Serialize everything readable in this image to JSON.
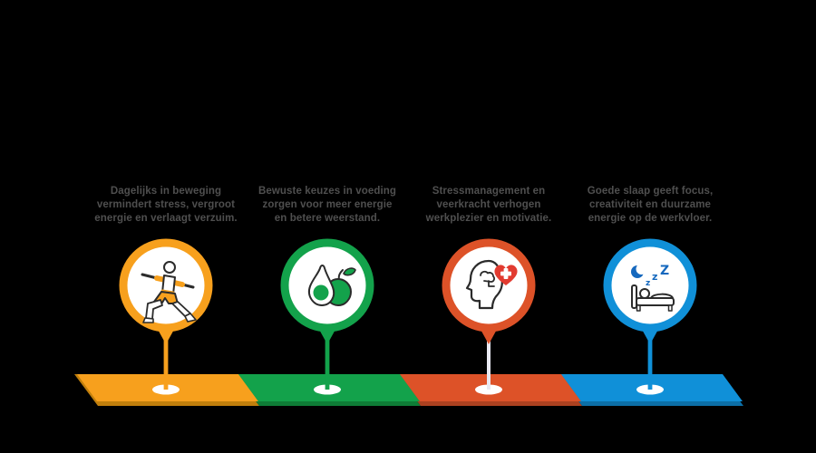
{
  "title": "Vitaliteit infographic",
  "background_color": "#000000",
  "text_color": "#4F4F4F",
  "steps": [
    {
      "id": "bewegen",
      "icon": "yoga-pose-icon",
      "color": "#F7A01D",
      "color_dark": "#C17F0C",
      "stem_color": "#F7A01D",
      "lines": [
        "Dagelijks in beweging",
        "vermindert stress, vergroot",
        "energie en verlaagt verzuim."
      ]
    },
    {
      "id": "voeding",
      "icon": "avocado-apple-icon",
      "color": "#13A24B",
      "color_dark": "#0E7D36",
      "stem_color": "#13A24B",
      "lines": [
        "Bewuste keuzes in voeding",
        "zorgen voor meer energie",
        "en betere weerstand."
      ]
    },
    {
      "id": "stress",
      "icon": "head-heart-icon",
      "color": "#DD5228",
      "color_dark": "#AC4120",
      "stem_color": "#E9E9F2",
      "lines": [
        "Stressmanagement en",
        "veerkracht verhogen",
        "werkplezier en motivatie."
      ]
    },
    {
      "id": "slaap",
      "icon": "sleeping-bed-icon",
      "color": "#1090D8",
      "color_dark": "#0C6FA7",
      "stem_color": "#1090D8",
      "lines": [
        "Goede slaap geeft focus,",
        "creativiteit en duurzame",
        "energie op de werkvloer."
      ]
    }
  ],
  "accent_colors": {
    "heart_red": "#E23B30",
    "sleep_blue": "#1568BE",
    "icon_outline": "#2B2B2B",
    "pin_base": "#FFFFFF"
  }
}
